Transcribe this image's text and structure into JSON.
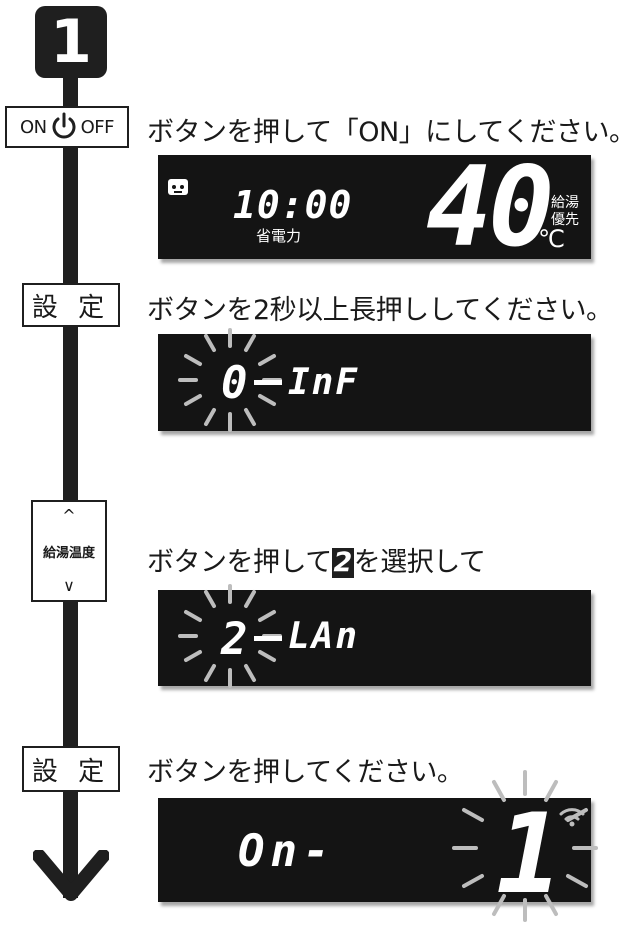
{
  "step": {
    "number": "1"
  },
  "steps": [
    {
      "button": {
        "on": "ON",
        "off": "OFF"
      },
      "instruction": "ボタンを押して「ON」にしてください。",
      "display": {
        "time": "10:00",
        "mode": "省電力",
        "temperature": "40",
        "unit": "℃",
        "priority_line1": "給湯",
        "priority_line2": "優先"
      }
    },
    {
      "button": {
        "label": "設 定"
      },
      "instruction": "ボタンを2秒以上長押ししてください。",
      "display": {
        "digit": "0",
        "text": "InF"
      }
    },
    {
      "button": {
        "up": "^",
        "label": "給湯温度",
        "down": "∨"
      },
      "instruction_before": "ボタンを押して",
      "instruction_digit": "2",
      "instruction_after": "を選択して",
      "display": {
        "digit": "2",
        "text": "LAn"
      }
    },
    {
      "button": {
        "label": "設 定"
      },
      "instruction": "ボタンを押してください。",
      "display": {
        "text": "On-",
        "digit": "1"
      }
    }
  ],
  "colors": {
    "lcd_bg": "#141414",
    "ink": "#1f1f1f",
    "blink_rays": "#bdbdbd"
  },
  "icons": [
    "power-icon",
    "remote-icon",
    "wifi-icon",
    "down-arrow-icon",
    "chevron-up-icon",
    "chevron-down-icon"
  ]
}
